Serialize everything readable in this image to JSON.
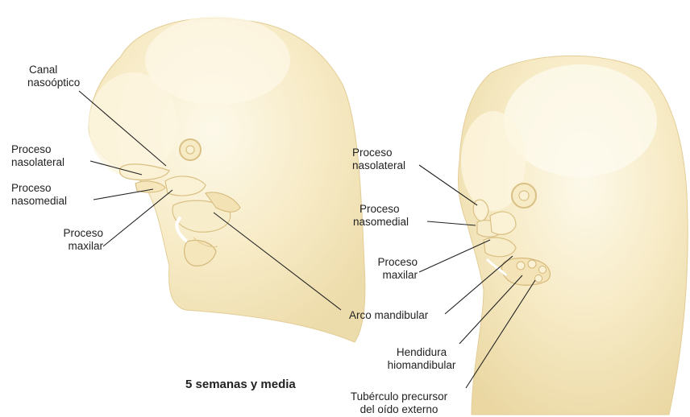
{
  "caption": "5 semanas y media",
  "left_labels": {
    "canal": [
      "Canal",
      "nasoóptico"
    ],
    "proc_nasolateral": [
      "Proceso",
      "nasolateral"
    ],
    "proc_nasomedial": [
      "Proceso",
      "nasomedial"
    ],
    "proc_maxilar": [
      "Proceso",
      "maxilar"
    ]
  },
  "right_labels": {
    "proc_nasolateral": [
      "Proceso",
      "nasolateral"
    ],
    "proc_nasomedial": [
      "Proceso",
      "nasomedial"
    ],
    "proc_maxilar": [
      "Proceso",
      "maxilar"
    ],
    "arco": "Arco mandibular",
    "hendidura": [
      "Hendidura",
      "hiomandibular"
    ],
    "tuberculo": [
      "Tubérculo precursor",
      "del oído externo"
    ]
  },
  "colors": {
    "embryo_fill": "#f6e8bf",
    "embryo_highlight": "#fdf9ea",
    "embryo_shadow": "#e6d29a",
    "leader_line": "#222222"
  }
}
